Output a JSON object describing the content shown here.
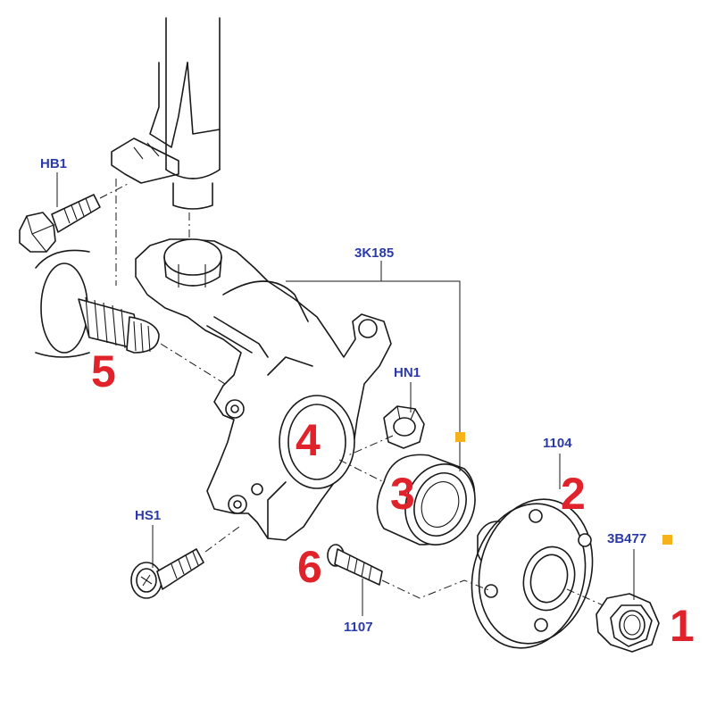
{
  "colors": {
    "part_code": "#2b3aa8",
    "step_number": "#e0232a",
    "marker": "#f5b21a",
    "line": "#1a1a1a"
  },
  "parts": {
    "hb1": {
      "code": "HB1",
      "icon": "hex-bolt-icon"
    },
    "k3185": {
      "code": "3K185",
      "icon": "steering-knuckle-icon"
    },
    "hn1": {
      "code": "HN1",
      "icon": "nut-icon"
    },
    "p1104": {
      "code": "1104",
      "icon": "wheel-hub-icon"
    },
    "b3477": {
      "code": "3B477",
      "icon": "hub-nut-icon"
    },
    "hs1": {
      "code": "HS1",
      "icon": "torx-bolt-icon"
    },
    "p1107": {
      "code": "1107",
      "icon": "wheel-stud-icon"
    }
  },
  "steps": {
    "s1": "1",
    "s2": "2",
    "s3": "3",
    "s4": "4",
    "s5": "5",
    "s6": "6"
  },
  "markers": {
    "count": 2,
    "shape": "square",
    "icon": "square-marker-icon"
  }
}
